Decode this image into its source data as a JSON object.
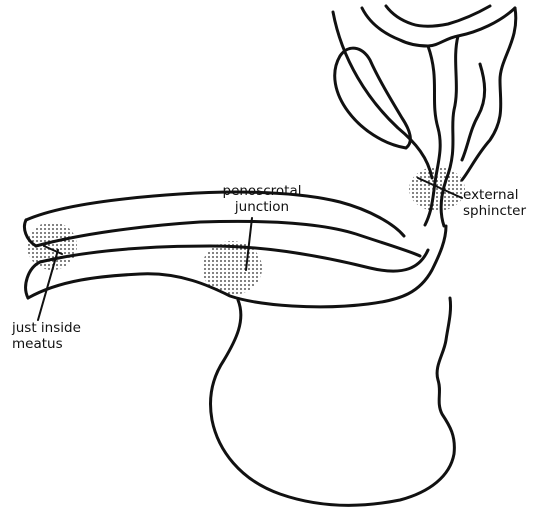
{
  "labels": {
    "penoscrotal": [
      "penoscrotal",
      "junction"
    ],
    "external_sphincter": [
      "external",
      "sphincter"
    ],
    "meatus": [
      "just inside",
      "meatus"
    ]
  },
  "colors": {
    "ink": "#111111",
    "background": "#ffffff",
    "stipple": "#2a2a2a"
  }
}
